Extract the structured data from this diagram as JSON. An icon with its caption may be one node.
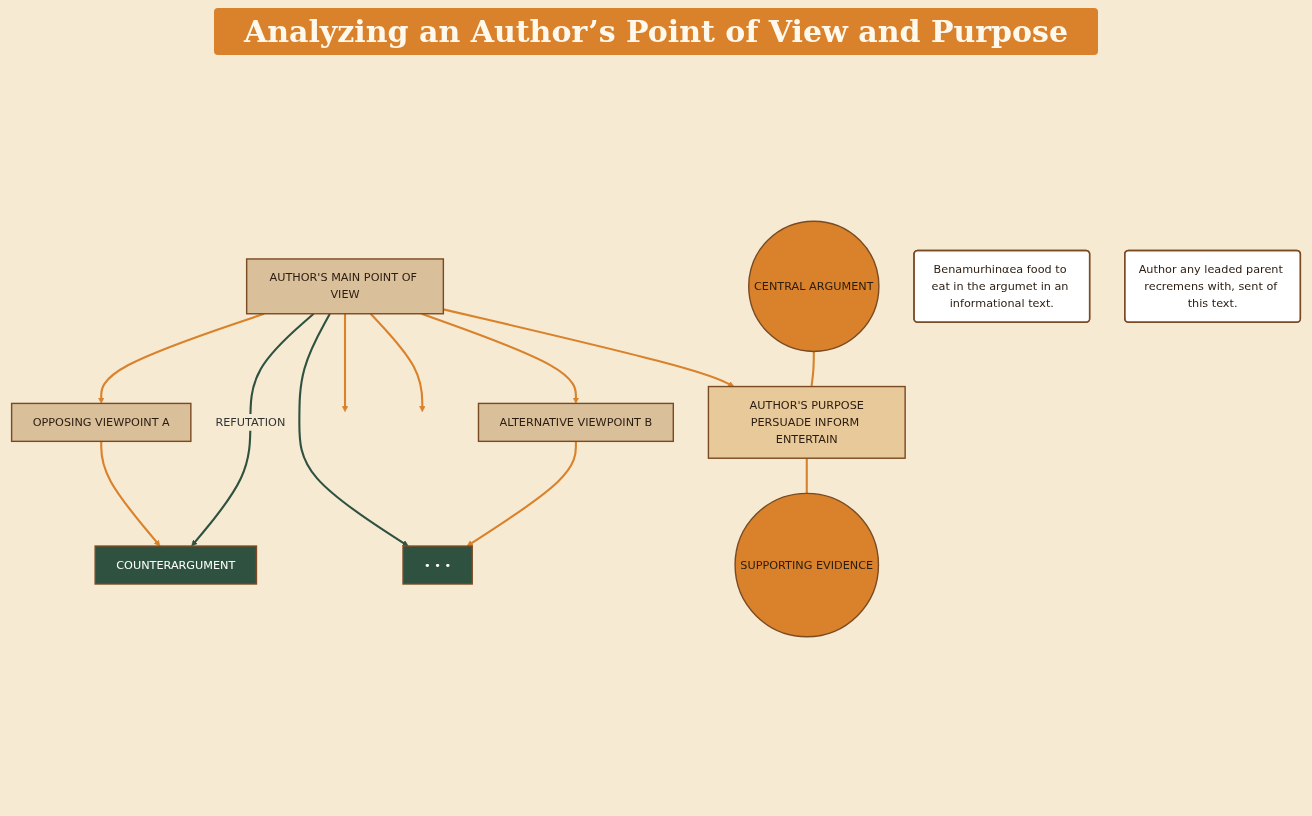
{
  "diagram": {
    "title": "Analyzing an Author’s Point of View and Purpose",
    "nodes": [
      {
        "text": [
          "AUTHOR'S MAIN POINT OF VIEW"
        ]
      },
      {
        "text": [
          "OPPOSING VIEWPOINT A"
        ]
      },
      {
        "text": [
          "ALTERNATIVE VIEWPOINT B"
        ]
      },
      {
        "text": [
          "AUTHOR'S PURPOSE",
          "PERSUADE INFORM ENTERTAIN"
        ]
      },
      {
        "text": [
          "COUNTERARGUMENT"
        ]
      },
      {
        "text": [
          "• • •"
        ]
      },
      {
        "text": [
          "CENTRAL ARGUMENT"
        ]
      },
      {
        "text": [
          "SUPPORTING EVIDENCE"
        ]
      },
      {
        "text": [
          "Benamurhinαea food to eat in the argumet in an informational text."
        ]
      },
      {
        "text": [
          "Author any leaded parent recremens with, sent of this text."
        ]
      }
    ],
    "edges": [
      {
        "from": 0,
        "to": null,
        "arrow": "to"
      },
      {
        "from": 0,
        "to": 1,
        "arrow": "to"
      },
      {
        "from": 0,
        "to": null,
        "arrow": "to"
      },
      {
        "from": 0,
        "to": 2,
        "arrow": "to"
      },
      {
        "from": 0,
        "to": 3,
        "arrow": "to"
      },
      {
        "from": 1,
        "to": 4,
        "arrow": "to"
      },
      {
        "from": 0,
        "to": 4,
        "arrow": "to",
        "label": "REFUTATION",
        "color": "#2f5240"
      },
      {
        "from": 0,
        "to": 5,
        "arrow": "to",
        "color": "#2f5240"
      },
      {
        "from": 2,
        "to": 5,
        "arrow": "to"
      },
      {
        "from": 6,
        "to": 3,
        "arrow": "none"
      },
      {
        "from": 3,
        "to": 7,
        "arrow": "none"
      }
    ]
  }
}
